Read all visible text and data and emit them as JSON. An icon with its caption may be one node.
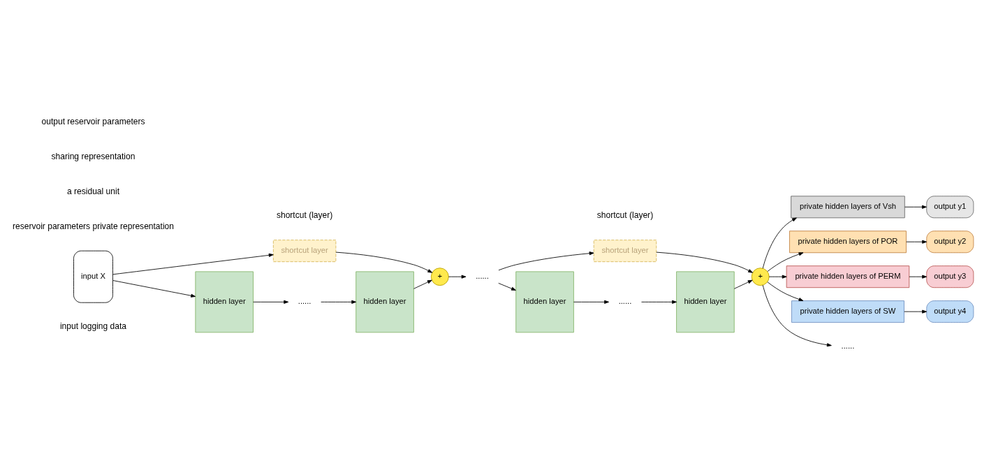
{
  "diagram": {
    "nodes": [
      {
        "text": [
          "input X"
        ],
        "beside": [
          "input logging data"
        ]
      },
      {
        "text": [
          "shortcut layer"
        ],
        "beside": [
          "shortcut (layer)"
        ]
      },
      {
        "text": [
          "hidden layer"
        ]
      },
      {
        "text": [
          "......"
        ]
      },
      {
        "text": [
          "hidden layer"
        ]
      },
      {
        "text": [
          "+"
        ]
      },
      {
        "text": [
          "......"
        ]
      },
      {
        "text": [
          "shortcut layer"
        ],
        "beside": [
          "shortcut (layer)"
        ]
      },
      {
        "text": [
          "hidden layer"
        ]
      },
      {
        "text": [
          "......"
        ]
      },
      {
        "text": [
          "hidden layer"
        ]
      },
      {
        "text": [
          "+"
        ]
      },
      {
        "text": [
          "private hidden layers of Vsh"
        ]
      },
      {
        "text": [
          "output y1"
        ]
      },
      {
        "text": [
          "private hidden layers of POR"
        ]
      },
      {
        "text": [
          "output y2"
        ]
      },
      {
        "text": [
          "private hidden layers of PERM"
        ]
      },
      {
        "text": [
          "output y3"
        ]
      },
      {
        "text": [
          "private hidden layers of SW"
        ]
      },
      {
        "text": [
          "output y4"
        ]
      },
      {
        "text": [
          "......"
        ]
      }
    ],
    "edges": [
      {
        "from": 0,
        "to": 2,
        "arrow": "to"
      },
      {
        "from": 0,
        "to": 1,
        "arrow": "to"
      },
      {
        "from": 1,
        "to": 5,
        "arrow": "to"
      },
      {
        "from": 2,
        "to": 3,
        "arrow": "to"
      },
      {
        "from": 3,
        "to": 4,
        "arrow": "to"
      },
      {
        "from": 4,
        "to": 5,
        "arrow": "to"
      },
      {
        "from": 5,
        "to": 6,
        "arrow": "to"
      },
      {
        "from": 6,
        "to": 8,
        "arrow": "to"
      },
      {
        "from": 6,
        "to": 7,
        "arrow": "to"
      },
      {
        "from": 7,
        "to": 11,
        "arrow": "to"
      },
      {
        "from": 8,
        "to": 9,
        "arrow": "to"
      },
      {
        "from": 9,
        "to": 10,
        "arrow": "to"
      },
      {
        "from": 10,
        "to": 11,
        "arrow": "to"
      },
      {
        "from": 11,
        "to": 12,
        "arrow": "to"
      },
      {
        "from": 11,
        "to": 14,
        "arrow": "to"
      },
      {
        "from": 11,
        "to": 16,
        "arrow": "to"
      },
      {
        "from": 11,
        "to": 18,
        "arrow": "to"
      },
      {
        "from": 11,
        "to": 20,
        "arrow": "to"
      },
      {
        "from": 12,
        "to": 13,
        "arrow": "to"
      },
      {
        "from": 14,
        "to": 15,
        "arrow": "to"
      },
      {
        "from": 16,
        "to": 17,
        "arrow": "to"
      },
      {
        "from": 18,
        "to": 19,
        "arrow": "to"
      }
    ],
    "labels": [
      "reservoir parameters private representation",
      "a residual unit",
      "sharing representation",
      "output reservoir parameters"
    ]
  }
}
